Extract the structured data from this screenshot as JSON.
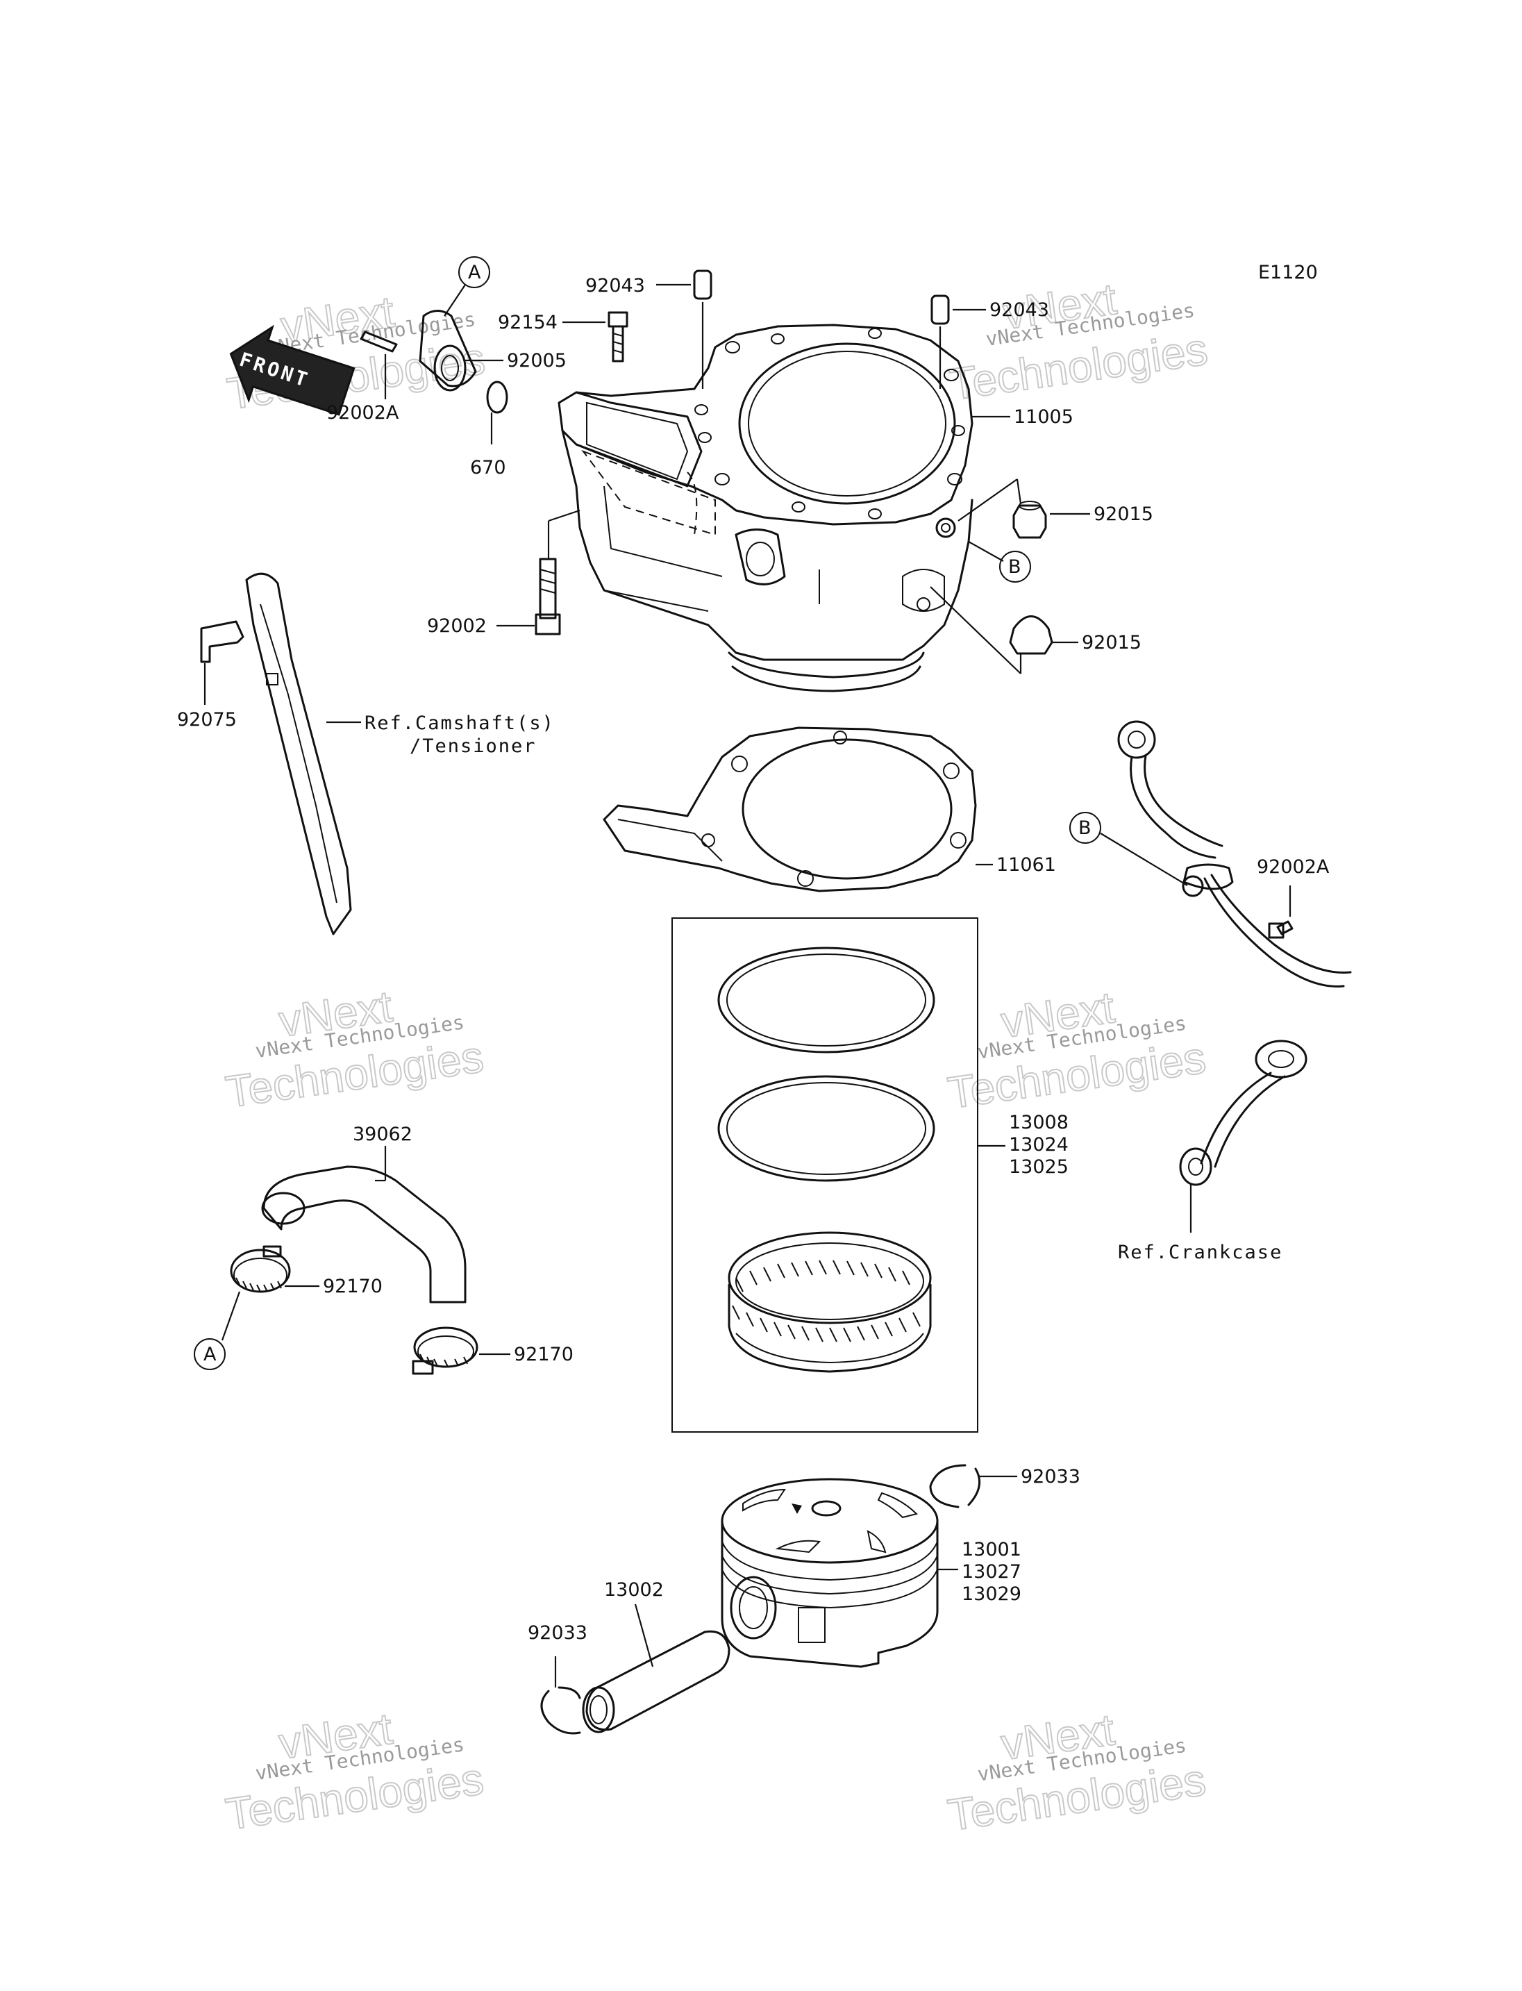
{
  "diagram_code": "E1120",
  "front_arrow": "FRONT",
  "callouts": {
    "a": "A",
    "b": "B"
  },
  "parts": {
    "p92043_left": "92043",
    "p92043_right": "92043",
    "p92154": "92154",
    "p92005": "92005",
    "p92002a_left": "92002A",
    "p670": "670",
    "p11005": "11005",
    "p92015_top": "92015",
    "p92015_bottom": "92015",
    "p92002": "92002",
    "p92075": "92075",
    "p11061": "11061",
    "p92002a_right": "92002A",
    "rings": [
      "13008",
      "13024",
      "13025"
    ],
    "p39062": "39062",
    "p92170_left": "92170",
    "p92170_right": "92170",
    "p92033_right": "92033",
    "p92033_left": "92033",
    "p13002": "13002",
    "piston": [
      "13001",
      "13027",
      "13029"
    ]
  },
  "references": {
    "camshaft_line1": "Ref.Camshaft(s)",
    "camshaft_line2": "/Tensioner",
    "crankcase": "Ref.Crankcase"
  },
  "watermark": {
    "line1": "vNext",
    "line2": "vNext Technologies",
    "line3": "Technologies"
  }
}
